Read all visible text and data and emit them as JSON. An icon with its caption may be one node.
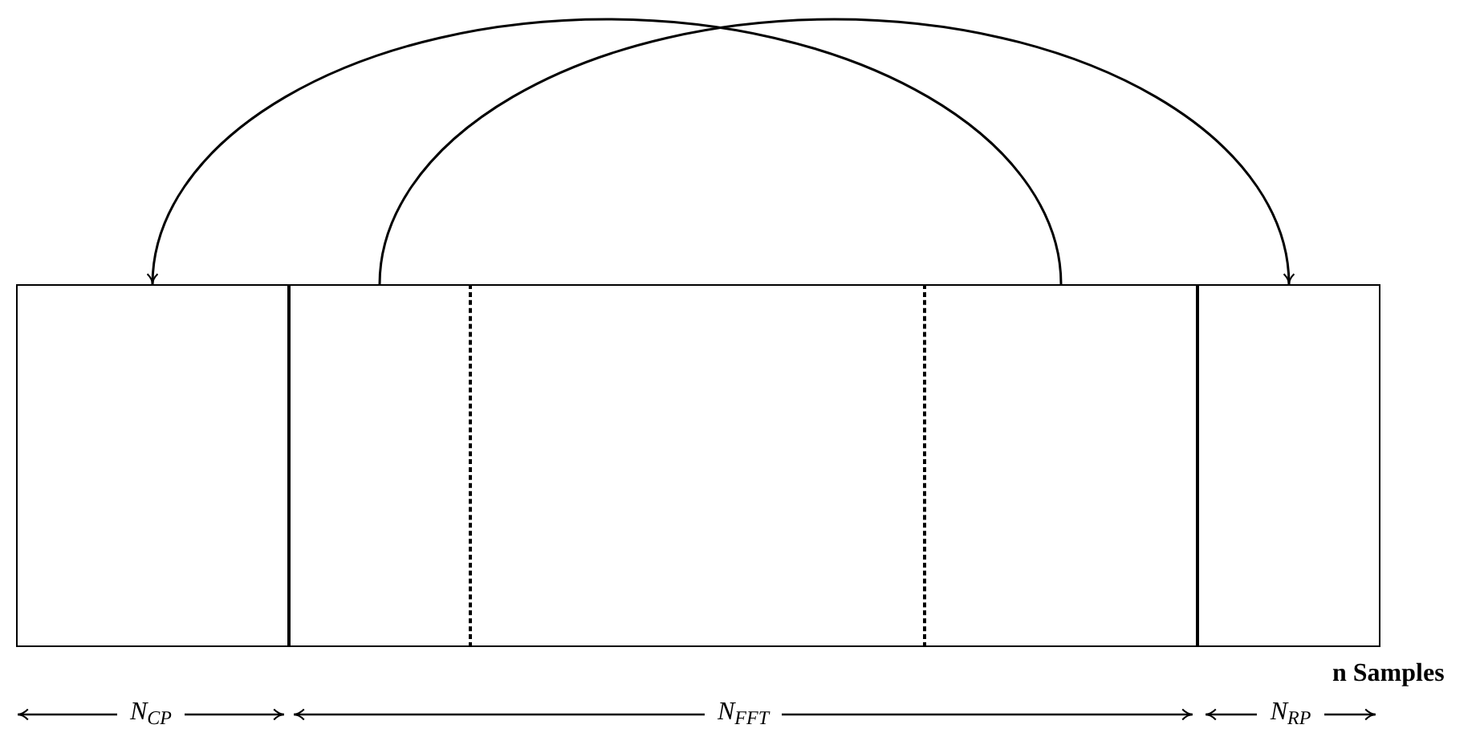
{
  "diagram": {
    "nodes": [
      {
        "text": [],
        "shape": "box"
      },
      {
        "text": [],
        "shape": "box"
      },
      {
        "text": [],
        "shape": "box",
        "in": 1
      },
      {
        "text": [],
        "shape": "box",
        "in": 1
      },
      {
        "text": [],
        "shape": "box",
        "in": 1
      },
      {
        "text": [],
        "shape": "box"
      }
    ],
    "edges": [
      {
        "from": 4,
        "to": 0,
        "arrow": "to"
      },
      {
        "from": 2,
        "to": 5,
        "arrow": "to"
      }
    ],
    "labels": [
      "n Samples",
      "N$_{CP}$",
      "N$_{FFT}$",
      "N$_{RP}$"
    ]
  }
}
